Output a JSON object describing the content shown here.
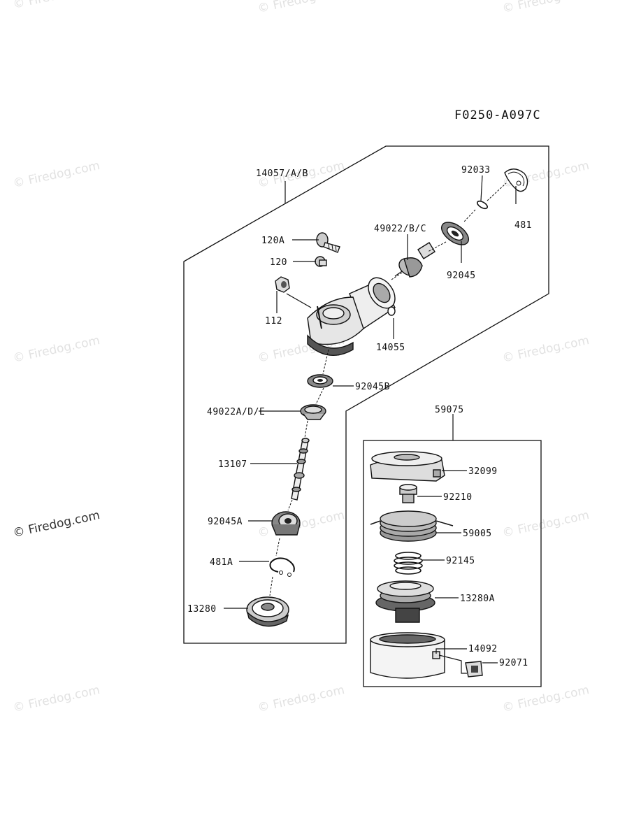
{
  "figure_code": "F0250-A097C",
  "watermark": "© Firedog.com",
  "parts": {
    "assembly_gear": "14057/A/B",
    "bolt_120a": "120A",
    "bolt_120": "120",
    "nut_112": "112",
    "shaft_49022": "49022/B/C",
    "clip_92033": "92033",
    "gasket_481": "481",
    "bearing_92045": "92045",
    "case_14055": "14055",
    "bearing_92045b": "92045B",
    "gear_49022a": "49022A/D/E",
    "shaft_13107": "13107",
    "bearing_92045a": "92045A",
    "ring_481a": "481A",
    "holder_13280": "13280",
    "head_assembly": "59075",
    "cover_32099": "32099",
    "bolt_92210": "92210",
    "line_59005": "59005",
    "spring_92145": "92145",
    "spool_13280a": "13280A",
    "housing_14092": "14092",
    "eyelet_92071": "92071"
  }
}
